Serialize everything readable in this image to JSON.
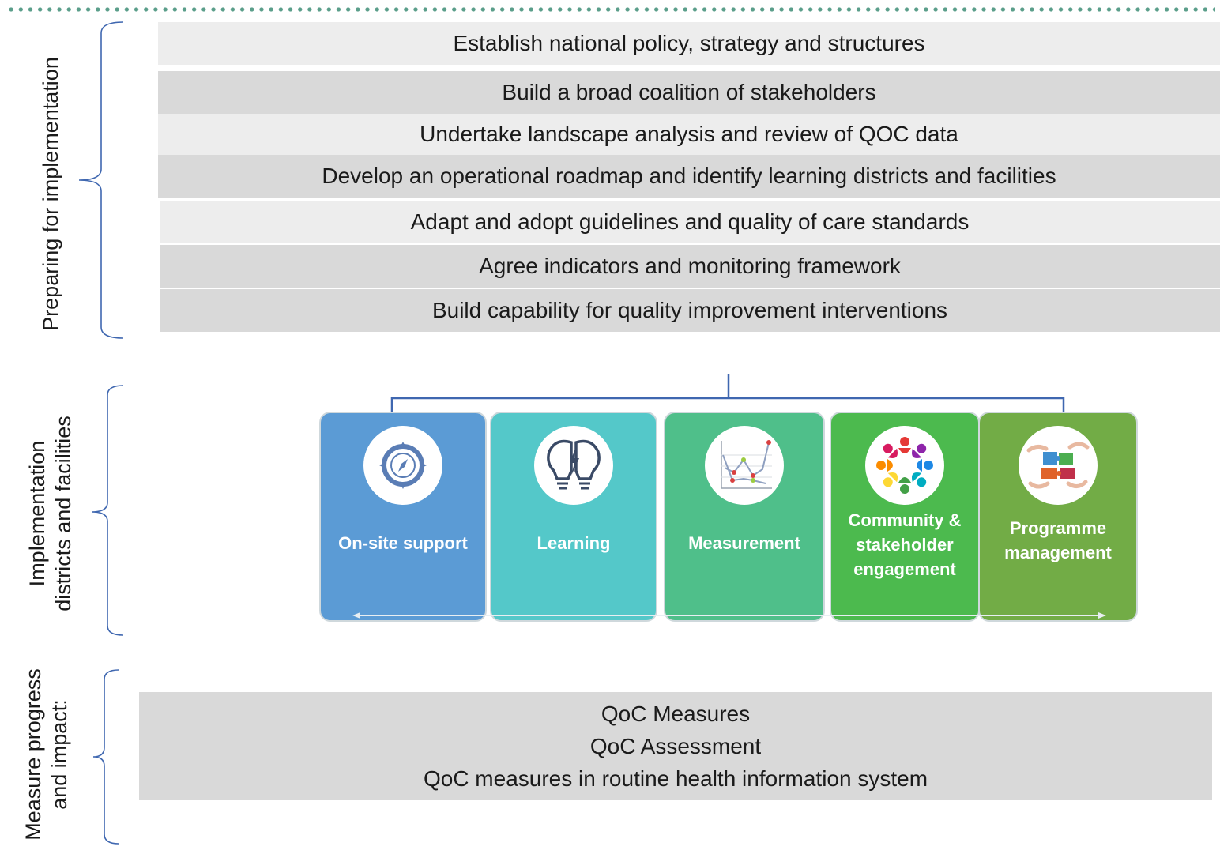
{
  "sections": {
    "preparing": {
      "label": "Preparing for implementation"
    },
    "implementation": {
      "label_line1": "Implementation",
      "label_line2": "districts and facilities"
    },
    "measure": {
      "label_line1": "Measure progress",
      "label_line2": "and impact:"
    }
  },
  "preparing_steps": [
    "Establish national policy, strategy and structures",
    "Build a broad coalition of stakeholders",
    "Undertake landscape analysis and review of QOC data",
    "Develop an operational roadmap and identify learning districts and facilities",
    "Adapt and adopt guidelines and quality of care standards",
    "Agree indicators and monitoring framework",
    "Build capability for quality improvement interventions"
  ],
  "implementation_cards": [
    {
      "label": "On-site support",
      "icon": "compass-icon",
      "color": "#5b9bd5"
    },
    {
      "label": "Learning",
      "icon": "lightbulb-heads-icon",
      "color": "#54c8c9"
    },
    {
      "label": "Measurement",
      "icon": "line-chart-icon",
      "color": "#4fbf8a"
    },
    {
      "label_line1": "Community &",
      "label_line2": "stakeholder",
      "label_line3": "engagement",
      "icon": "community-people-icon",
      "color": "#4cba4e"
    },
    {
      "label_line1": "Programme",
      "label_line2": "management",
      "icon": "puzzle-hands-icon",
      "color": "#72ac46"
    }
  ],
  "measures": [
    "QoC Measures",
    "QoC Assessment",
    "QoC measures in routine health information system"
  ],
  "colors": {
    "brace": "#3f67b0",
    "row_light": "#ededed",
    "row_dark": "#d9d9d9",
    "dots": "#5a9e8a"
  }
}
